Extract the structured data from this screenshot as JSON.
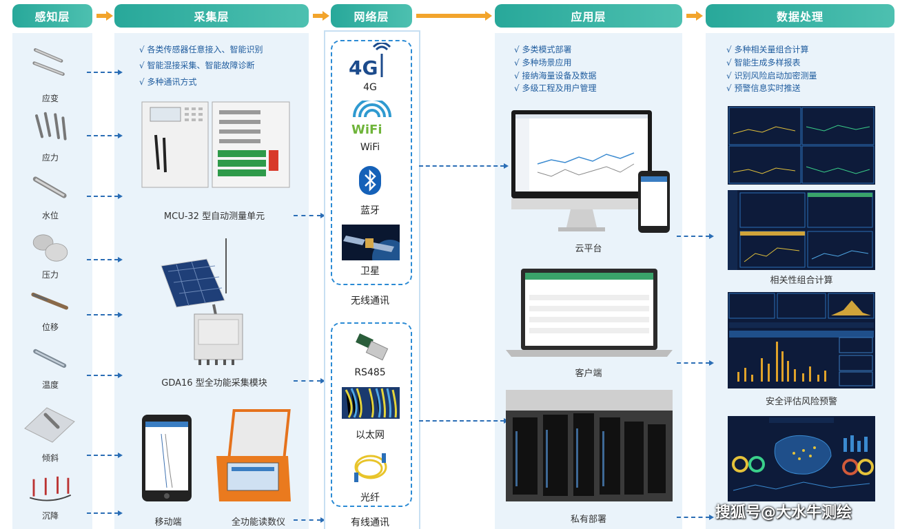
{
  "headers": {
    "sensing": "感知层",
    "collection": "采集层",
    "network": "网络层",
    "application": "应用层",
    "processing": "数据处理"
  },
  "sensors": [
    "应变",
    "应力",
    "水位",
    "压力",
    "位移",
    "温度",
    "倾斜",
    "沉降"
  ],
  "collection": {
    "checks": [
      "√ 各类传感器任意接入、智能识别",
      "√ 智能混接采集、智能故障诊断",
      "√ 多种通讯方式"
    ],
    "mcu_label": "MCU-32 型自动测量单元",
    "gda_label": "GDA16 型全功能采集模块",
    "mobile_label": "移动端",
    "reader_label": "全功能读数仪"
  },
  "network": {
    "wireless": [
      "4G",
      "WiFi",
      "蓝牙",
      "卫星"
    ],
    "wireless_title": "无线通讯",
    "wired": [
      "RS485",
      "以太网",
      "光纤"
    ],
    "wired_title": "有线通讯",
    "icon_4g_text": "4G",
    "icon_wifi_text": "WiFi"
  },
  "application": {
    "checks": [
      "√ 多类模式部署",
      "√ 多种场景应用",
      "√ 接纳海量设备及数据",
      "√ 多级工程及用户管理"
    ],
    "cloud_label": "云平台",
    "client_label": "客户端",
    "private_label": "私有部署"
  },
  "processing": {
    "checks": [
      "√ 多种相关量组合计算",
      "√ 智能生成多样报表",
      "√ 识别风险启动加密测量",
      "√ 预警信息实时推送"
    ],
    "combo_label": "相关性组合计算",
    "risk_label": "安全评估风险预警"
  },
  "watermark": "搜狐号@大水牛测绘",
  "colors": {
    "header": "#28a89a",
    "arrow": "#f2a42c",
    "dash": "#2a6db5",
    "check_text": "#1f5c9e",
    "panel_bg": "#eaf3fa",
    "dashboard_bg": "#0d1b3a"
  }
}
